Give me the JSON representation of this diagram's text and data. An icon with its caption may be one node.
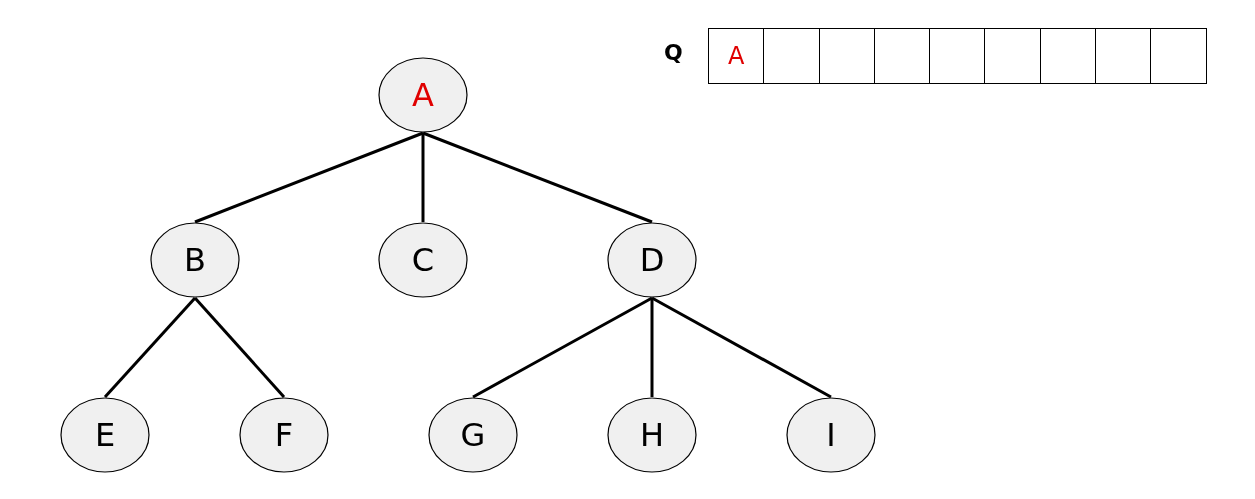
{
  "diagram": {
    "nodes": [
      {
        "text": [
          "A"
        ]
      },
      {
        "text": [
          "B"
        ]
      },
      {
        "text": [
          "C"
        ]
      },
      {
        "text": [
          "D"
        ]
      },
      {
        "text": [
          "E"
        ]
      },
      {
        "text": [
          "F"
        ]
      },
      {
        "text": [
          "G"
        ]
      },
      {
        "text": [
          "H"
        ]
      },
      {
        "text": [
          "I"
        ]
      }
    ],
    "edges": [
      {
        "from": 0,
        "to": 1,
        "arrow": "none"
      },
      {
        "from": 0,
        "to": 2,
        "arrow": "none"
      },
      {
        "from": 0,
        "to": 3,
        "arrow": "none"
      },
      {
        "from": 1,
        "to": 4,
        "arrow": "none"
      },
      {
        "from": 1,
        "to": 5,
        "arrow": "none"
      },
      {
        "from": 3,
        "to": 6,
        "arrow": "none"
      },
      {
        "from": 3,
        "to": 7,
        "arrow": "none"
      },
      {
        "from": 3,
        "to": 8,
        "arrow": "none"
      }
    ],
    "labels": [
      "Q",
      "A"
    ]
  }
}
